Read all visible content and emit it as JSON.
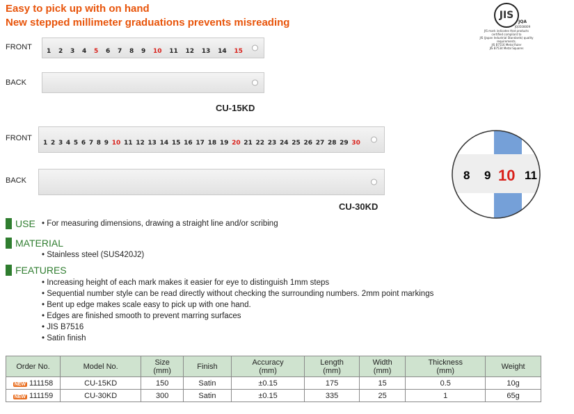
{
  "headlines": [
    "Easy to pick up with on hand",
    "New stepped millimeter graduations prevents misreading"
  ],
  "jis": {
    "logo": "JIS",
    "jqa": "JQA",
    "jqa_code": "JQ0508009",
    "notes": [
      "JIS mark indicates that products",
      "certified compliant to",
      "JIS (Japan Industrial Standards) quality",
      "requirements.",
      "JIS B7516 Metal Ruler",
      "JIS B7534 Metal Squares"
    ]
  },
  "rulers": {
    "front_label": "FRONT",
    "back_label": "BACK",
    "cu15_numbers": [
      "1",
      "2",
      "3",
      "4",
      "5",
      "6",
      "7",
      "8",
      "9",
      "10",
      "11",
      "12",
      "13",
      "14",
      "15"
    ],
    "cu30_numbers": [
      "1",
      "2",
      "3",
      "4",
      "5",
      "6",
      "7",
      "8",
      "9",
      "10",
      "11",
      "12",
      "13",
      "14",
      "15",
      "16",
      "17",
      "18",
      "19",
      "20",
      "21",
      "22",
      "23",
      "24",
      "25",
      "26",
      "27",
      "28",
      "29",
      "30"
    ],
    "model_15": "CU-15KD",
    "model_30": "CU-30KD",
    "zoom_numbers": [
      "8",
      "9",
      "10",
      "11"
    ]
  },
  "sections": {
    "use_title": "USE",
    "use_line": "• For measuring dimensions, drawing a straight line and/or scribing",
    "material_title": "MATERIAL",
    "material_line": "• Stainless steel (SUS420J2)",
    "features_title": "FEATURES",
    "features": [
      "• Increasing height of each mark makes it easier for eye to distinguish 1mm steps",
      "• Sequential number style can be read directly without checking the surrounding numbers.  2mm point markings",
      "• Bent up edge makes scale easy to pick up with one hand.",
      "• Edges are finished smooth to prevent marring surfaces",
      "• JIS B7516",
      "• Satin finish"
    ]
  },
  "table": {
    "headers": [
      "Order No.",
      "Model No.",
      "Size\n(mm)",
      "Finish",
      "Accuracy\n(mm)",
      "Length\n(mm)",
      "Width\n(mm)",
      "Thickness\n(mm)",
      "Weight"
    ],
    "new_badge": "NEW",
    "rows": [
      [
        "111158",
        "CU-15KD",
        "150",
        "Satin",
        "±0.15",
        "175",
        "15",
        "0.5",
        "10g"
      ],
      [
        "111159",
        "CU-30KD",
        "300",
        "Satin",
        "±0.15",
        "335",
        "25",
        "1",
        "65g"
      ]
    ]
  }
}
